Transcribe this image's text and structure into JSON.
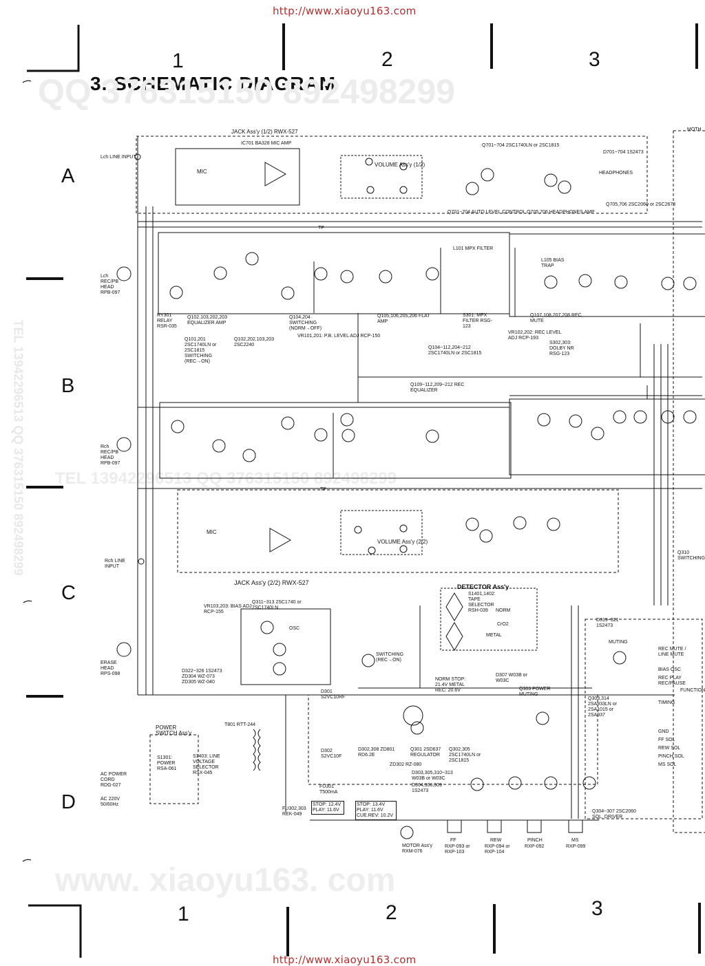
{
  "header_url": "http://www.xiaoyu163.com",
  "footer_url": "http://www.xiaoyu163.com",
  "title": "3. SCHEMATIC DIAGRAM",
  "columns": [
    "1",
    "2",
    "3"
  ],
  "rows": [
    "A",
    "B",
    "C",
    "D"
  ],
  "watermark": {
    "top": "QQ 376315150   892498299",
    "middle": "TEL 13942296513   QQ 376315150   892498299",
    "side": "TEL 13942296513  QQ 376315150  892498299",
    "bottom": "www. xiaoyu163. com"
  },
  "labels": {
    "jack_top": "JACK Ass'y (1/2)  RWX-527",
    "jack_bottom": "JACK Ass'y (2/2)  RWX-527",
    "lch_line_input": "Lch  LINE INPUT",
    "rch_line_input": "Rch  LINE INPUT",
    "mic_top": "MIC",
    "mic_bottom": "MIC",
    "ic701_mic_amp": "IC701 BA328 MIC AMP",
    "volume_top": "VOLUME Ass'y (1/2)",
    "volume_bottom": "VOLUME Ass'y (2/2)",
    "headphones": "HEADPHONES",
    "q701_704": "Q701~704 2SC1740LN or 2SC1815",
    "d701_704": "D701~704 1S2473",
    "alc_line": "Q701~704 AUTO LEVEL CONTROL  Q705,706 HEADPHONES AMP",
    "q705_706": "Q705,706 2SC2060 or 2SC2673",
    "lch_head": "Lch  REC/PB HEAD RPB-097",
    "rch_head": "Rch  REC/PB HEAD RPB-097",
    "ry301_relay": "RY301 RELAY RSR-035",
    "equalizer_amp": "Q102,103,202,203 EQUALIZER AMP",
    "switching_norm": "Q104,204 SWITCHING (NORM→OFF)",
    "flat_amp": "Q105,106,205,206 FLAT AMP",
    "mpx_filter": "L101 MPX FILTER",
    "s301_mpx": "S301: MPX FILTER RSG-123",
    "rec_mute": "Q107,108,207,208 REC MUTE",
    "bias_trap": "L105 BIAS TRAP",
    "q101_201": "Q101,201 2SC1740LN or 2SC1815 SWITCHING (REC→ON)",
    "q102_203": "Q102,202,103,203 2SC2240",
    "vr101_pb": "VR101,201: P.B. LEVEL ADJ RCP-150",
    "vr102_rec": "VR102,202: REC LEVEL ADJ RCP-193",
    "dolby_nr": "S302,303: DOLBY NR RSG-123",
    "q104_212": "Q104~112,204~212 2SC1740LN or 2SC1815",
    "rec_equalizer": "Q109~112,209~212 REC EQUALIZER",
    "detector": "DETECTOR Ass'y",
    "tape_selector": "S1401,1402: TAPE SELECTOR RSH-039",
    "norm": "NORM",
    "crox": "CrO2",
    "metal": "METAL",
    "osc_q311": "Q311~313 2SC1740 or 2SC1740LN",
    "bias_adj": "VR103,203: BIAS ADJ RCP-155",
    "erase_head": "ERASE HEAD RPS-098",
    "d322_326": "D322~326 1S2473  ZD304 WZ-073  ZD305 WZ-040",
    "osc": "OSC",
    "switching_rec_on": "SWITCHING (REC→ON)",
    "d319_321": "D319~321 1S2473",
    "muting": "MUTING",
    "rec_mute_line": "REC MUTE / LINE MUTE",
    "bias_osc": "BIAS OSC",
    "rec_play": "REC PLAY REC/PAUSE",
    "q303_314": "Q303,314 2SA933LN or 2SA1015 or 2SA937",
    "function": "FUNCTION",
    "timing": "TIMING",
    "gnd": "GND",
    "ff_sol": "FF SOL",
    "rew_sol": "REW SOL",
    "pinch_sol": "PINCH SOL",
    "ms_sol": "MS SOL",
    "d301": "D301 S2VC10RF",
    "d302": "D302 S2VC10F",
    "q301": "Q301 2SD637 REGULATOR",
    "d302_309": "D302,308 ZD801 RD6.2E",
    "q302_305": "Q302,305 2SC1740LN or 2SC1815",
    "zd302": "ZD302 RZ-080",
    "d303": "D303,305,310~313 W03B or W03C",
    "d304": "D304,306,309 1S2473",
    "d307": "D307 W03B or W03C",
    "q303_power": "Q303 POWER MUTING",
    "power_switch": "POWER SWITCH Ass'y",
    "s1301": "S1301: POWER RSA-061",
    "s1402": "S1403: LINE VOLTAGE SELECTOR RSX-045",
    "ac_power": "AC POWER CORD RDG-027",
    "ac_volt": "AC 220V 50/60Hz",
    "t801": "T801  RTT-244",
    "fu301": "FU301 T500mA",
    "fu302": "FU302,303 REK-049",
    "stop_play": "STOP: 12.4V  PLAY: 11.6V",
    "stop_play2": "STOP: 13.4V  PLAY: 11.6V  CUE.REV: 10.2V",
    "norm_stop": "NORM STOP: 21.4V  METAL REC: 20.6V",
    "motor": "MOTOR Ass'y RXM-076",
    "q304_307": "Q304~307 2SC2060  SOL. DRIVER",
    "ff": "FF",
    "rew": "REW",
    "pinch": "PINCH",
    "ms": "MS",
    "rxp_ff": "RXP-093 or RXP-103",
    "rxp_rew": "RXP-094 or RXP-104",
    "rxp_pinch": "RXP-092",
    "rxp_ms": "RXP-099",
    "moth": "MOTH",
    "q310": "Q310 SWITCHING",
    "tp": "TP"
  }
}
